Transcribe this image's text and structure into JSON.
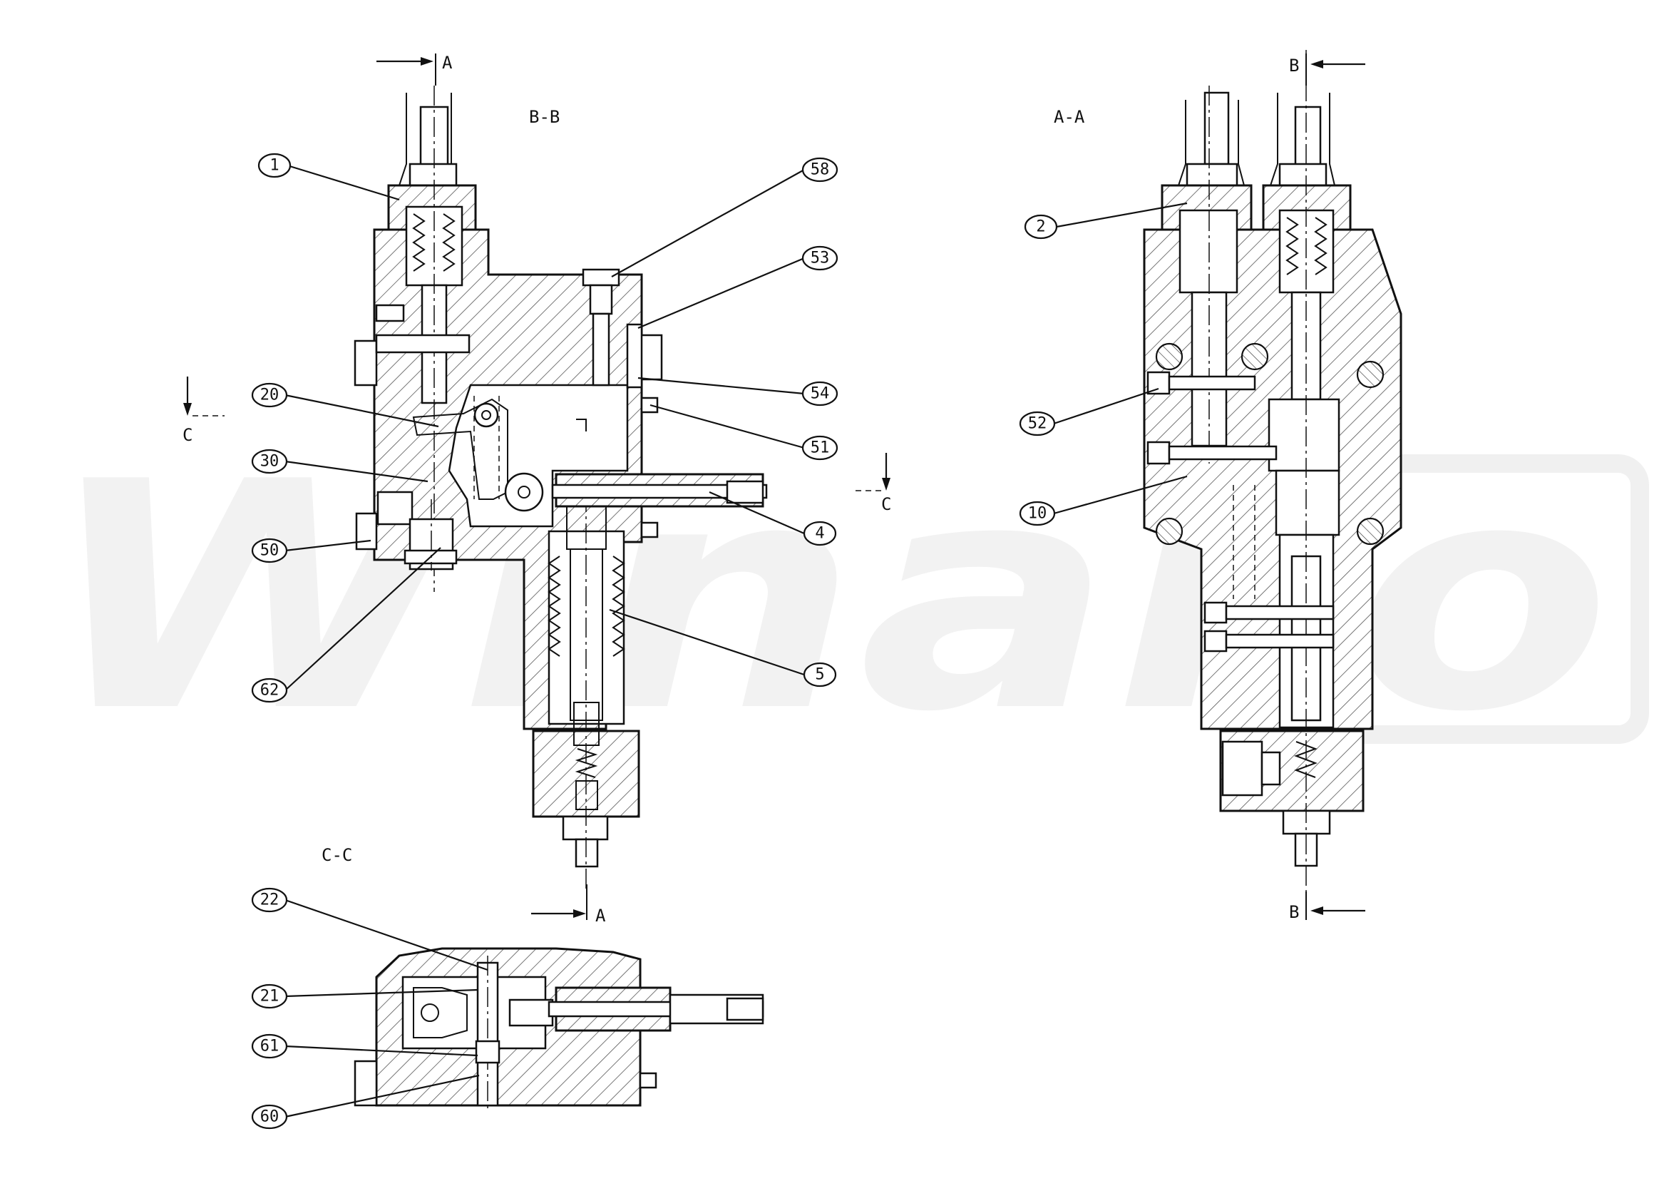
{
  "watermark": "Winako",
  "sections": {
    "bb_title": "B-B",
    "aa_title": "A-A",
    "cc_title": "C-C"
  },
  "cut_markers": {
    "a_top": "A",
    "a_bottom": "A",
    "b_top": "B",
    "b_bottom": "B",
    "c_left": "C",
    "c_right": "C"
  },
  "balloons": {
    "b1": "1",
    "b2": "2",
    "b4": "4",
    "b5": "5",
    "b10": "10",
    "b20": "20",
    "b21": "21",
    "b22": "22",
    "b30": "30",
    "b50": "50",
    "b51": "51",
    "b52": "52",
    "b53": "53",
    "b54": "54",
    "b58": "58",
    "b60": "60",
    "b61": "61",
    "b62": "62"
  }
}
